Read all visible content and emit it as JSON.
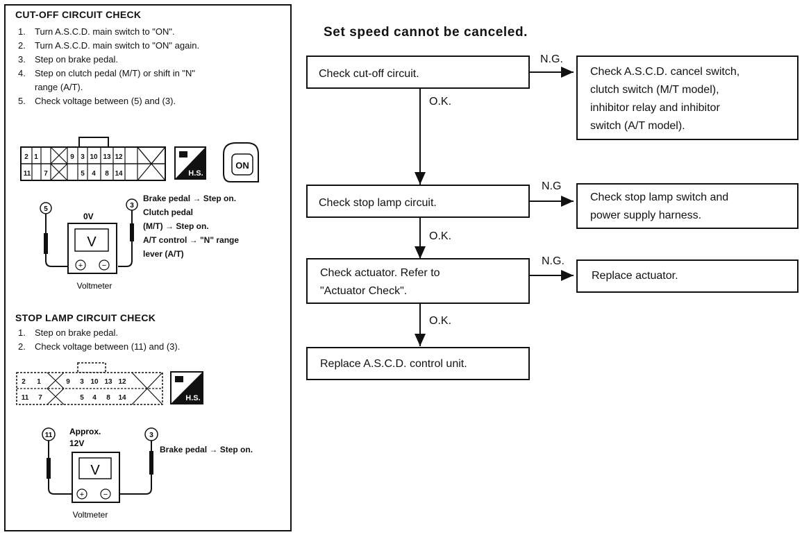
{
  "left_panel": {
    "cutoff": {
      "title": "CUT-OFF CIRCUIT CHECK",
      "steps": [
        {
          "num": "1.",
          "text": "Turn A.S.C.D. main switch to \"ON\"."
        },
        {
          "num": "2.",
          "text": "Turn A.S.C.D. main switch to \"ON\" again."
        },
        {
          "num": "3.",
          "text": "Step on brake pedal."
        },
        {
          "num": "4.",
          "text": "Step on clutch pedal (M/T) or shift in \"N\"",
          "cont": "range (A/T)."
        },
        {
          "num": "5.",
          "text": "Check voltage between (5) and (3)."
        }
      ],
      "connector_top": [
        "2",
        "1",
        "9",
        "3",
        "10",
        "13",
        "12"
      ],
      "connector_bottom": [
        "11",
        "7",
        "5",
        "4",
        "8",
        "14"
      ],
      "hs_icon": "H.S.",
      "ign_label": "ON",
      "probe_left": "5",
      "probe_right": "3",
      "reading": "0V",
      "meter_symbol": "V",
      "meter_plus": "+",
      "meter_minus": "−",
      "meter_label": "Voltmeter",
      "conditions": [
        "Brake pedal → Step on.",
        "Clutch pedal",
        "(M/T) → Step on.",
        "A/T control → \"N\" range",
        "lever (A/T)"
      ]
    },
    "stoplamp": {
      "title": "STOP LAMP CIRCUIT CHECK",
      "steps": [
        {
          "num": "1.",
          "text": "Step on brake pedal."
        },
        {
          "num": "2.",
          "text": "Check voltage between (11) and (3)."
        }
      ],
      "connector_top": [
        "2",
        "1",
        "9",
        "3",
        "10",
        "13",
        "12"
      ],
      "connector_bottom": [
        "11",
        "7",
        "5",
        "4",
        "8",
        "14"
      ],
      "hs_icon": "H.S.",
      "probe_left": "11",
      "probe_right": "3",
      "reading_line1": "Approx.",
      "reading_line2": "12V",
      "meter_symbol": "V",
      "meter_plus": "+",
      "meter_minus": "−",
      "meter_label": "Voltmeter",
      "condition": "Brake pedal → Step on."
    }
  },
  "flowchart": {
    "title": "Set speed cannot be canceled.",
    "steps": [
      {
        "check": [
          "Check cut-off circuit."
        ],
        "ng_label": "N.G.",
        "ng_action": [
          "Check A.S.C.D. cancel switch,",
          "clutch switch (M/T model),",
          "inhibitor relay and inhibitor",
          "switch (A/T model)."
        ],
        "ok_label": "O.K."
      },
      {
        "check": [
          "Check stop lamp circuit."
        ],
        "ng_label": "N.G",
        "ng_action": [
          "Check stop lamp switch and",
          "power supply harness."
        ],
        "ok_label": "O.K."
      },
      {
        "check": [
          "Check actuator.  Refer to",
          "\"Actuator Check\"."
        ],
        "ng_label": "N.G.",
        "ng_action": [
          "Replace actuator."
        ],
        "ok_label": "O.K."
      }
    ],
    "final": "Replace A.S.C.D. control unit."
  }
}
